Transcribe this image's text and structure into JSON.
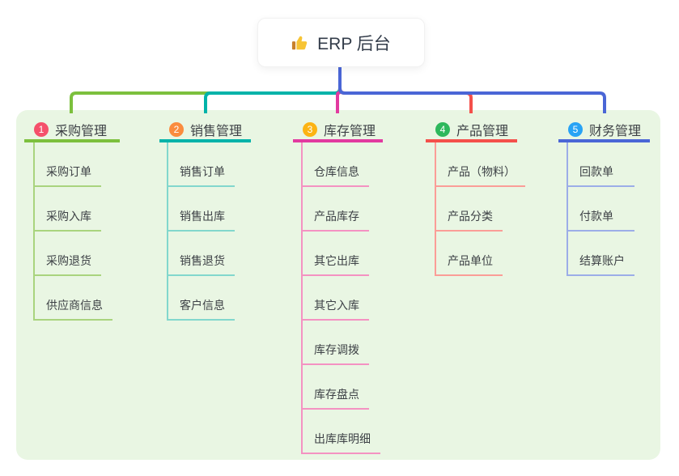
{
  "root": {
    "title": "ERP 后台",
    "icon": "thumbs-up-icon"
  },
  "panel": {
    "bg": "#e9f6e3"
  },
  "connector": {
    "root_color": "#4a66d6"
  },
  "branches": [
    {
      "badge": "1",
      "title": "采购管理",
      "badge_color": "#f5506b",
      "line_color": "#7cc03d",
      "light_color": "#a9d47e",
      "items": [
        "采购订单",
        "采购入库",
        "采购退货",
        "供应商信息"
      ]
    },
    {
      "badge": "2",
      "title": "销售管理",
      "badge_color": "#fa8c3e",
      "line_color": "#00b3a9",
      "light_color": "#82d7cd",
      "items": [
        "销售订单",
        "销售出库",
        "销售退货",
        "客户信息"
      ]
    },
    {
      "badge": "3",
      "title": "库存管理",
      "badge_color": "#fcb414",
      "line_color": "#e23aa0",
      "light_color": "#f492c2",
      "items": [
        "仓库信息",
        "产品库存",
        "其它出库",
        "其它入库",
        "库存调拨",
        "库存盘点",
        "出库库明细"
      ]
    },
    {
      "badge": "4",
      "title": "产品管理",
      "badge_color": "#2eb85c",
      "line_color": "#f4504b",
      "light_color": "#fb9d97",
      "items": [
        "产品（物料）",
        "产品分类",
        "产品单位"
      ]
    },
    {
      "badge": "5",
      "title": "财务管理",
      "badge_color": "#28a3f5",
      "line_color": "#4a66d6",
      "light_color": "#9cade8",
      "items": [
        "回款单",
        "付款单",
        "结算账户"
      ]
    }
  ]
}
